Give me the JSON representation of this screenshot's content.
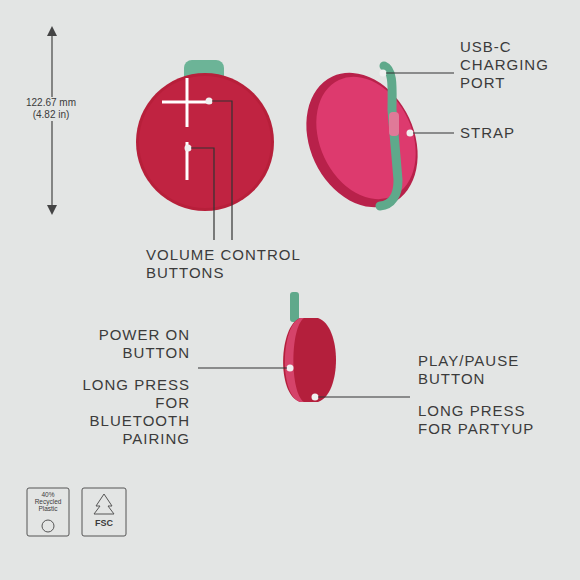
{
  "diagram": {
    "labels": [
      "122.67 mm (4.82 in)",
      "USB-C CHARGING PORT",
      "STRAP",
      "VOLUME CONTROL BUTTONS",
      "POWER ON BUTTON",
      "LONG PRESS FOR BLUETOOTH PAIRING",
      "PLAY/PAUSE BUTTON",
      "LONG PRESS FOR PARTYUP",
      "40% Recycled Plastic",
      "FSC"
    ]
  }
}
